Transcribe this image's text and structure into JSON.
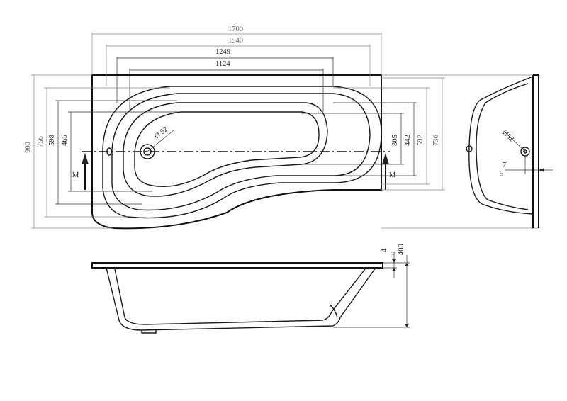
{
  "plan_view": {
    "length_overall": "1700",
    "length_2": "1540",
    "length_3": "1249",
    "length_4": "1124",
    "width_overall": "900",
    "width_2": "756",
    "width_3": "598",
    "width_4": "465",
    "end_width_1": "305",
    "end_width_2": "442",
    "end_width_3": "592",
    "end_width_4": "736",
    "waste_diameter": "Ø 52",
    "section_marker_left": "M",
    "section_marker_right": "M"
  },
  "end_view": {
    "waste_diameter": "Ø52",
    "offset_1": "7",
    "offset_2": "5"
  },
  "side_view": {
    "height_1": "4",
    "height_2": "0",
    "height_overall": "400"
  }
}
